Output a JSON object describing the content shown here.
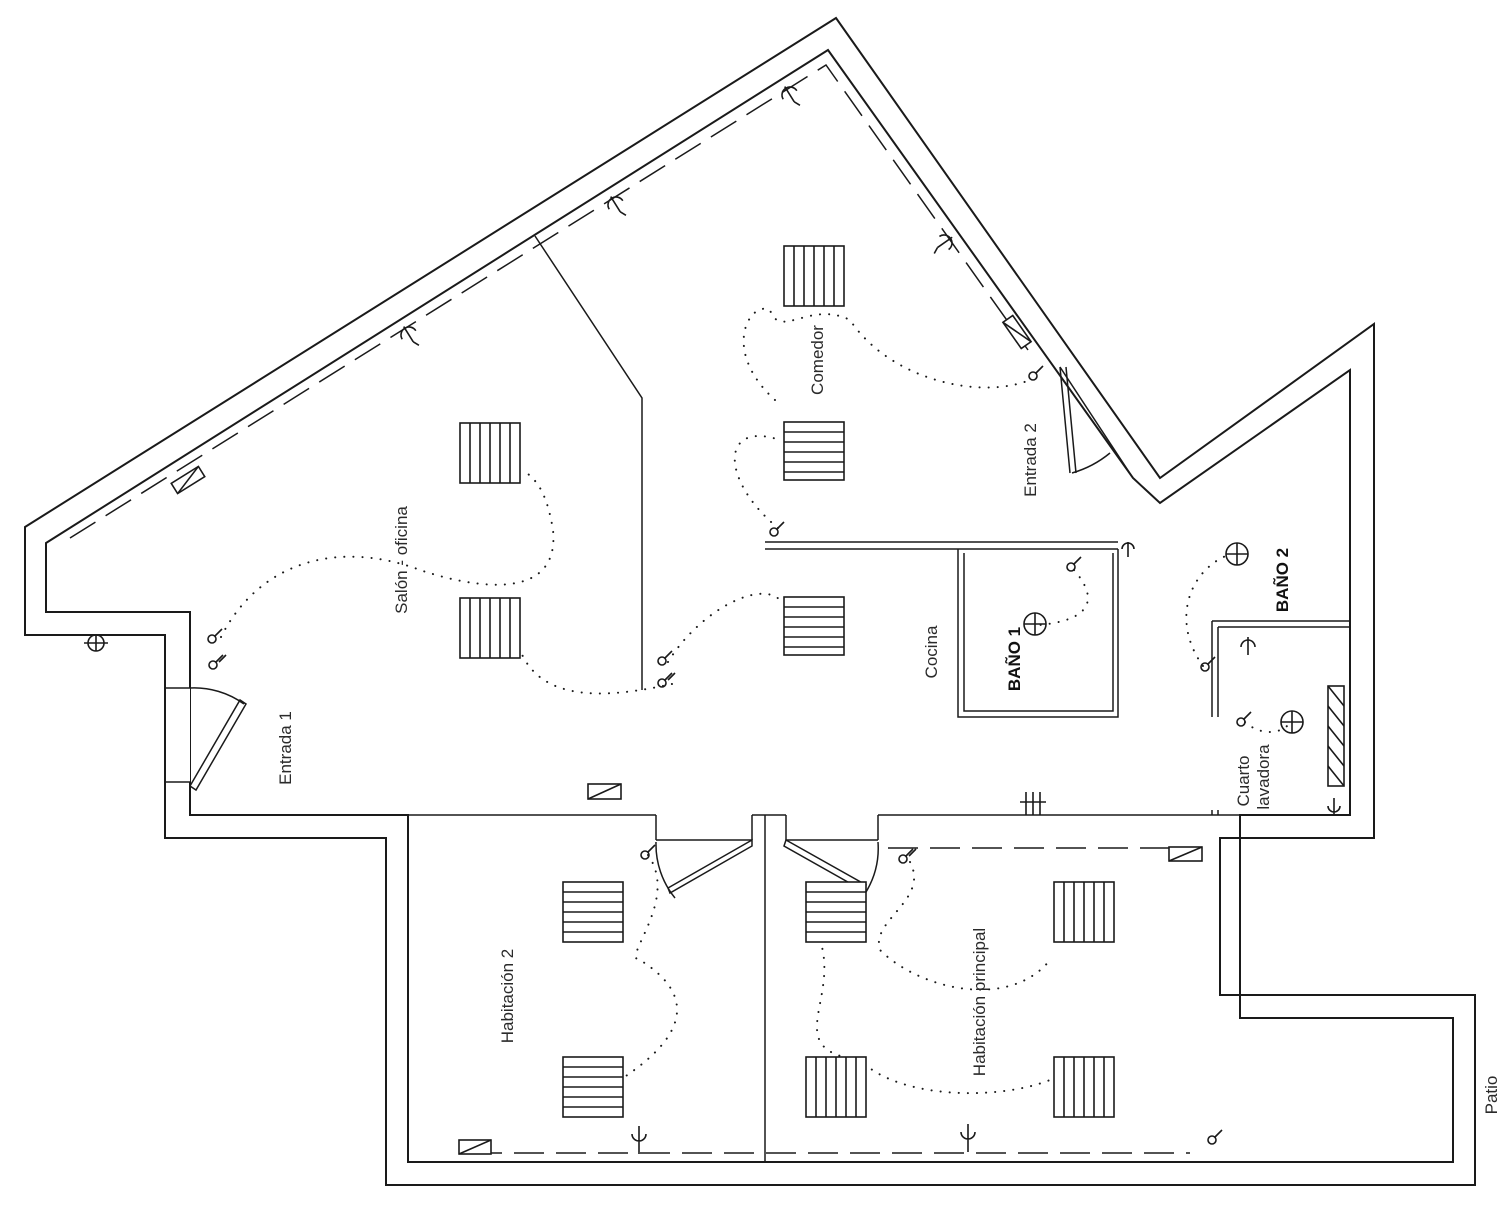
{
  "rooms": {
    "salon": "Salón - oficina",
    "comedor": "Comedor",
    "entrada1": "Entrada 1",
    "entrada2": "Entrada 2",
    "cocina": "Cocina",
    "bano1": "BAÑO 1",
    "bano2": "BAÑO 2",
    "cuarto_line1": "Cuarto",
    "cuarto_line2": "lavadora",
    "habitacion2": "Habitación 2",
    "habitacion_principal": "Habitación principal",
    "patio": "Patio"
  },
  "colors": {
    "line": "#1a1a1a",
    "background": "#ffffff"
  }
}
